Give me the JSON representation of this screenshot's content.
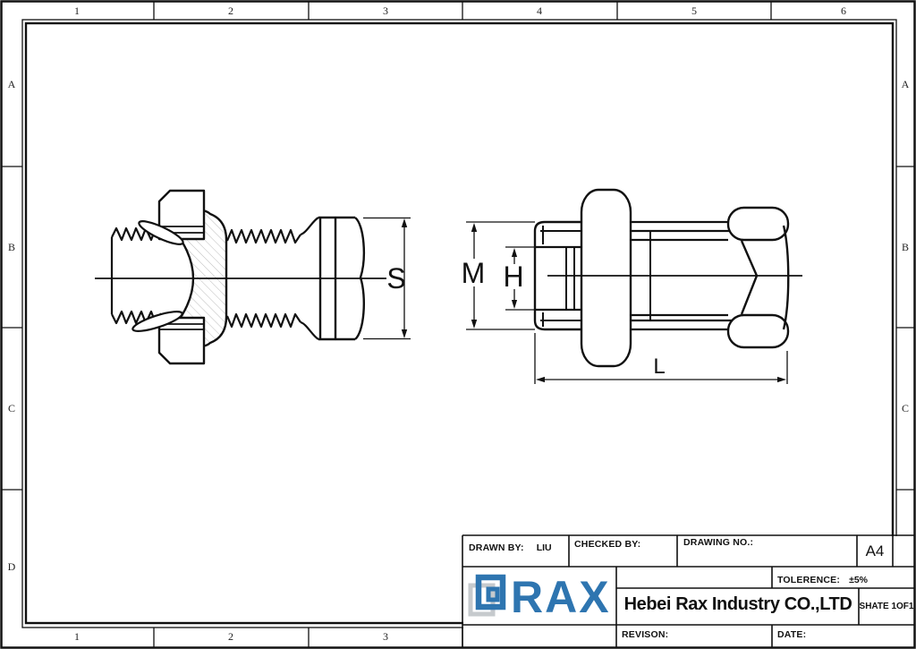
{
  "sheet": {
    "grid": {
      "top_numbers": [
        "1",
        "2",
        "3",
        "4",
        "5",
        "6"
      ],
      "bottom_numbers": [
        "1",
        "2",
        "3"
      ],
      "left_letters": [
        "A",
        "B",
        "C",
        "D"
      ],
      "right_letters": [
        "A",
        "B",
        "C"
      ]
    },
    "paper_color": "#ffffff",
    "line_color": "#111111"
  },
  "drawing": {
    "dimension_labels": {
      "s": "S",
      "m": "M",
      "h": "H",
      "l": "L"
    }
  },
  "title_block": {
    "drawn_by_label": "DRAWN BY:",
    "drawn_by_value": "LIU",
    "checked_by_label": "CHECKED BY:",
    "drawing_no_label": "DRAWING NO.:",
    "paper_size": "A4",
    "tolerance_label": "TOLERENCE:",
    "tolerance_value": "±5%",
    "company_name": "Hebei Rax Industry CO.,LTD",
    "sheet_label": "SHATE 1OF1",
    "revision_label": "REVISON:",
    "date_label": "DATE:",
    "logo_text": "RAX",
    "brand_color": "#2E75B0"
  }
}
